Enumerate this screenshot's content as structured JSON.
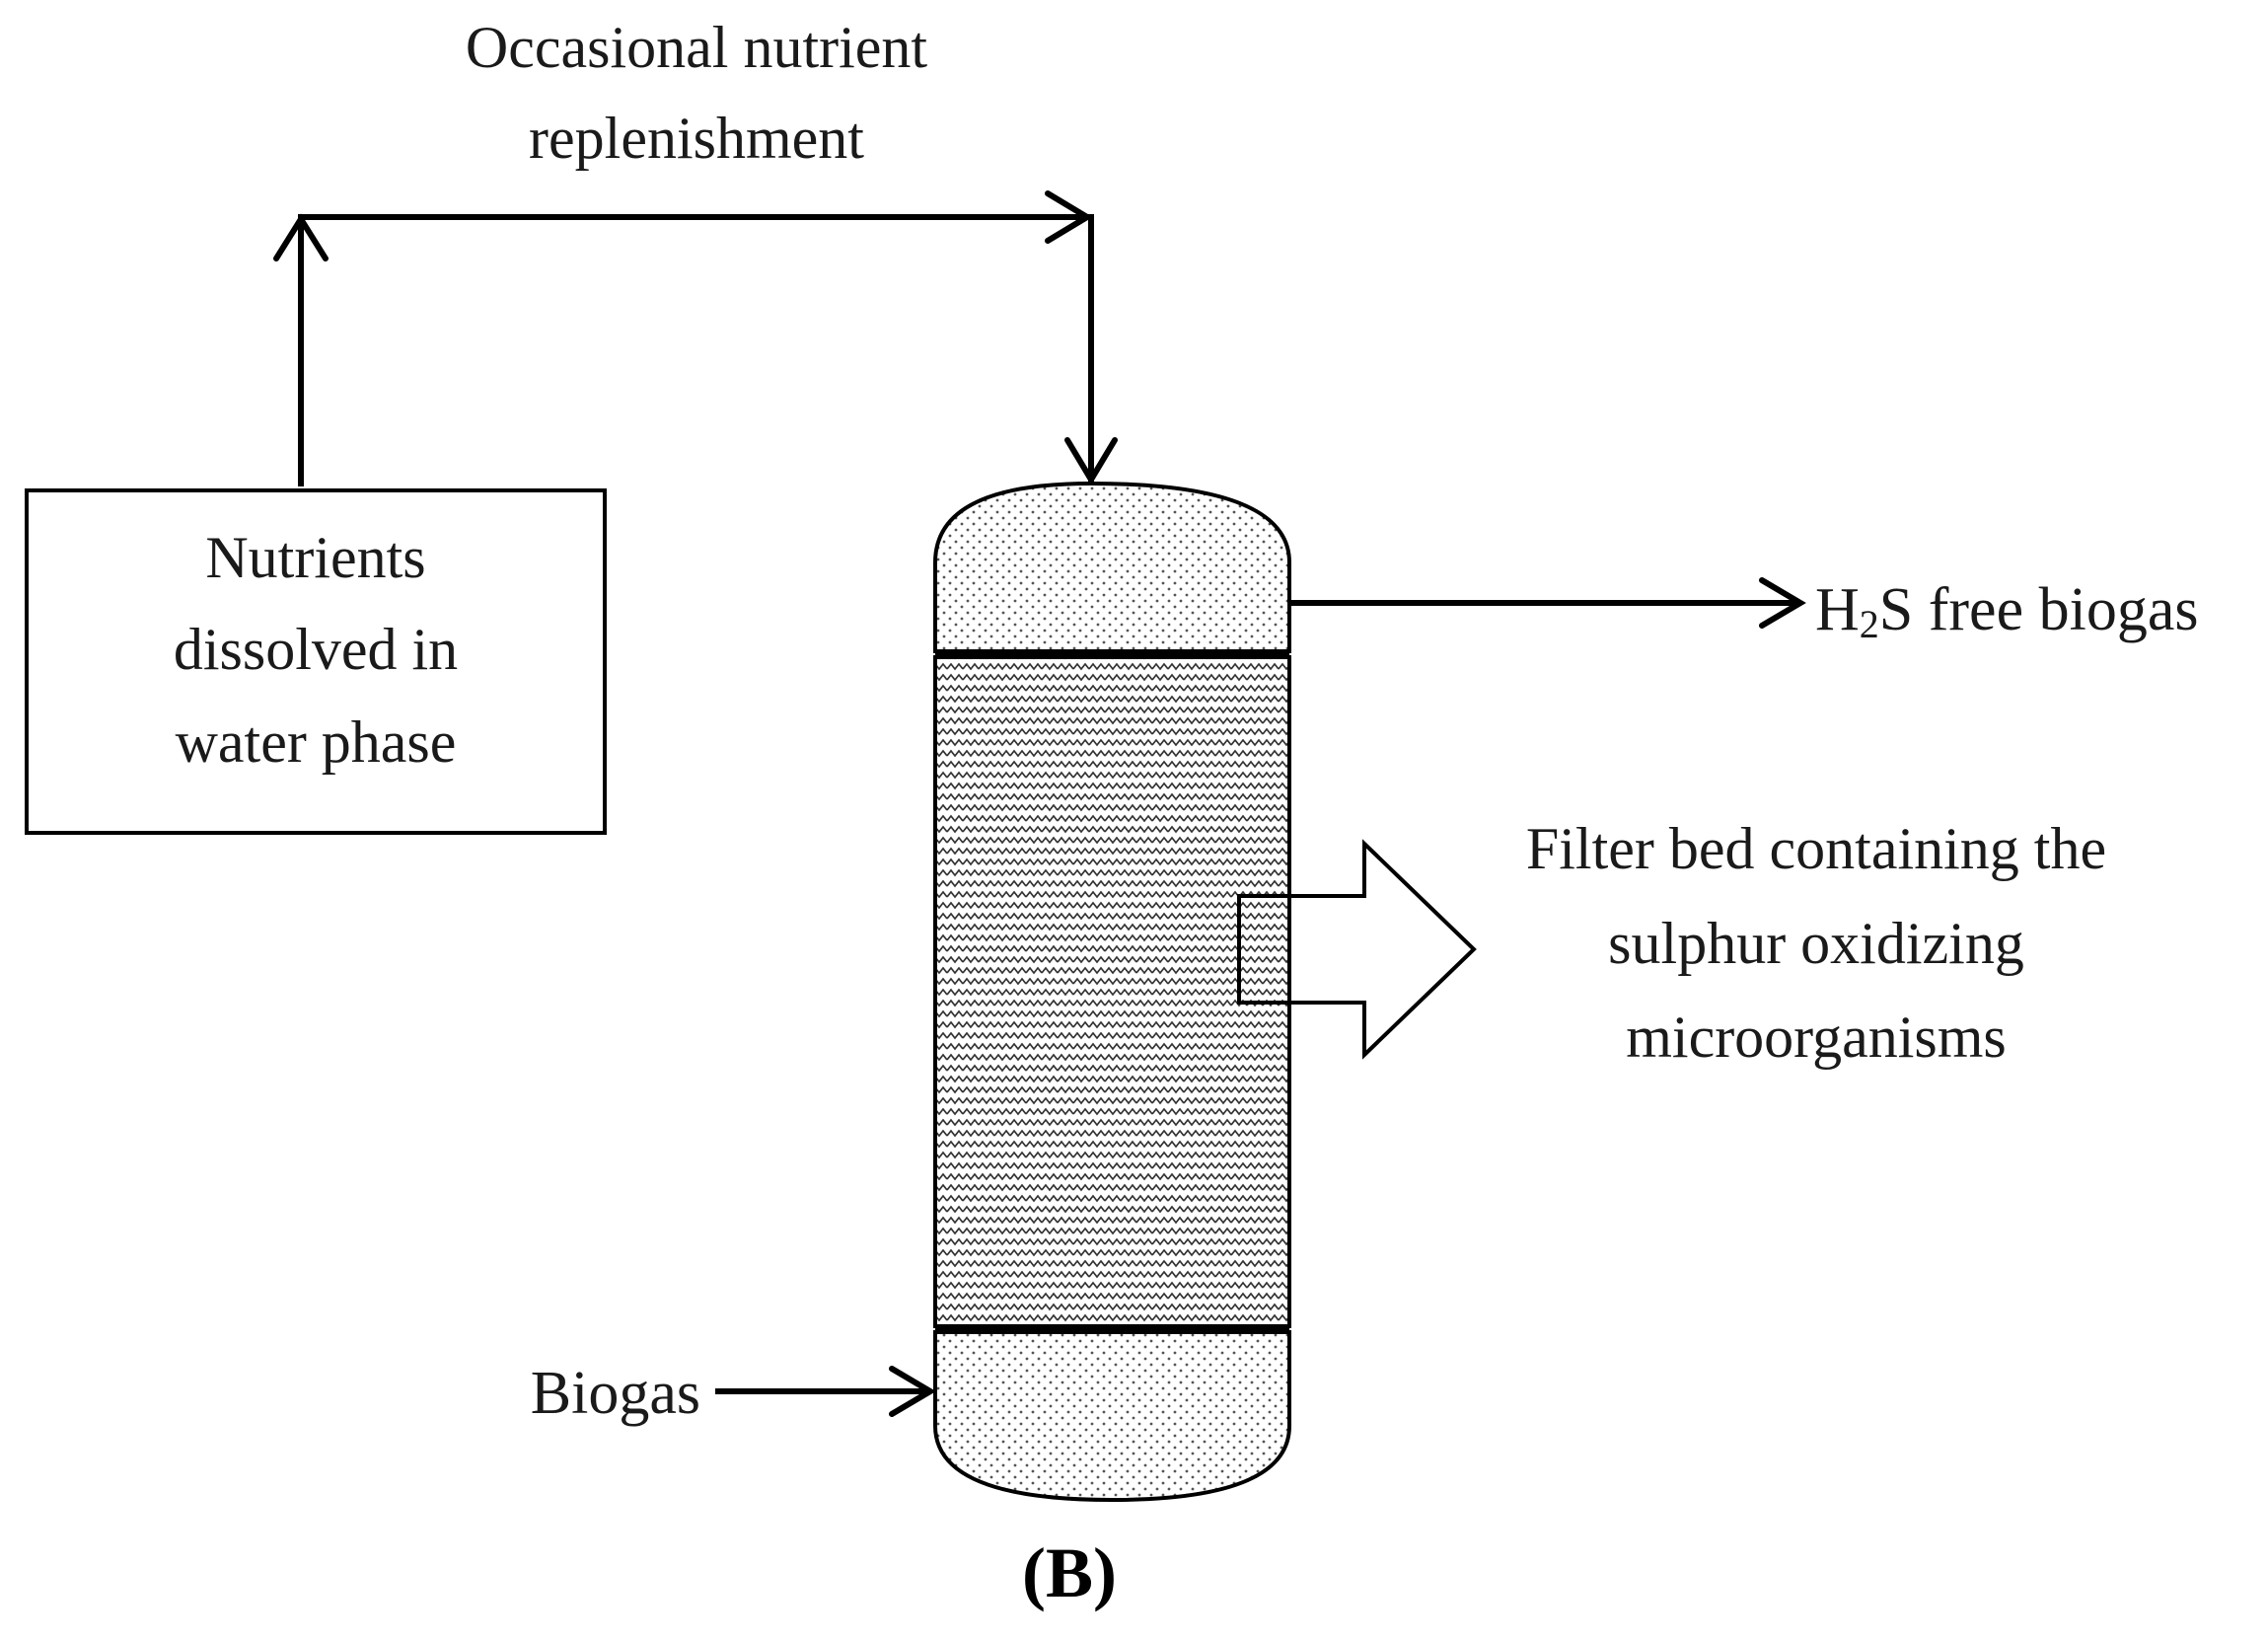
{
  "labels": {
    "nutrient_replenishment_line1": "Occasional nutrient",
    "nutrient_replenishment_line2": "replenishment",
    "nutrients_box_line1": "Nutrients",
    "nutrients_box_line2": "dissolved in",
    "nutrients_box_line3": "water phase",
    "output_prefix": "H",
    "output_subscript": "2",
    "output_suffix": "S free biogas",
    "filter_bed_line1": "Filter bed containing the",
    "filter_bed_line2": "sulphur oxidizing",
    "filter_bed_line3": "microorganisms",
    "input_label": "Biogas",
    "panel_label": "(B)"
  },
  "icons": {
    "filter_pointer": "block-arrow-right"
  },
  "colors": {
    "stroke": "#000000",
    "text": "#1a1a1a",
    "dot_fill": "#555555",
    "zigzag": "#333333"
  }
}
